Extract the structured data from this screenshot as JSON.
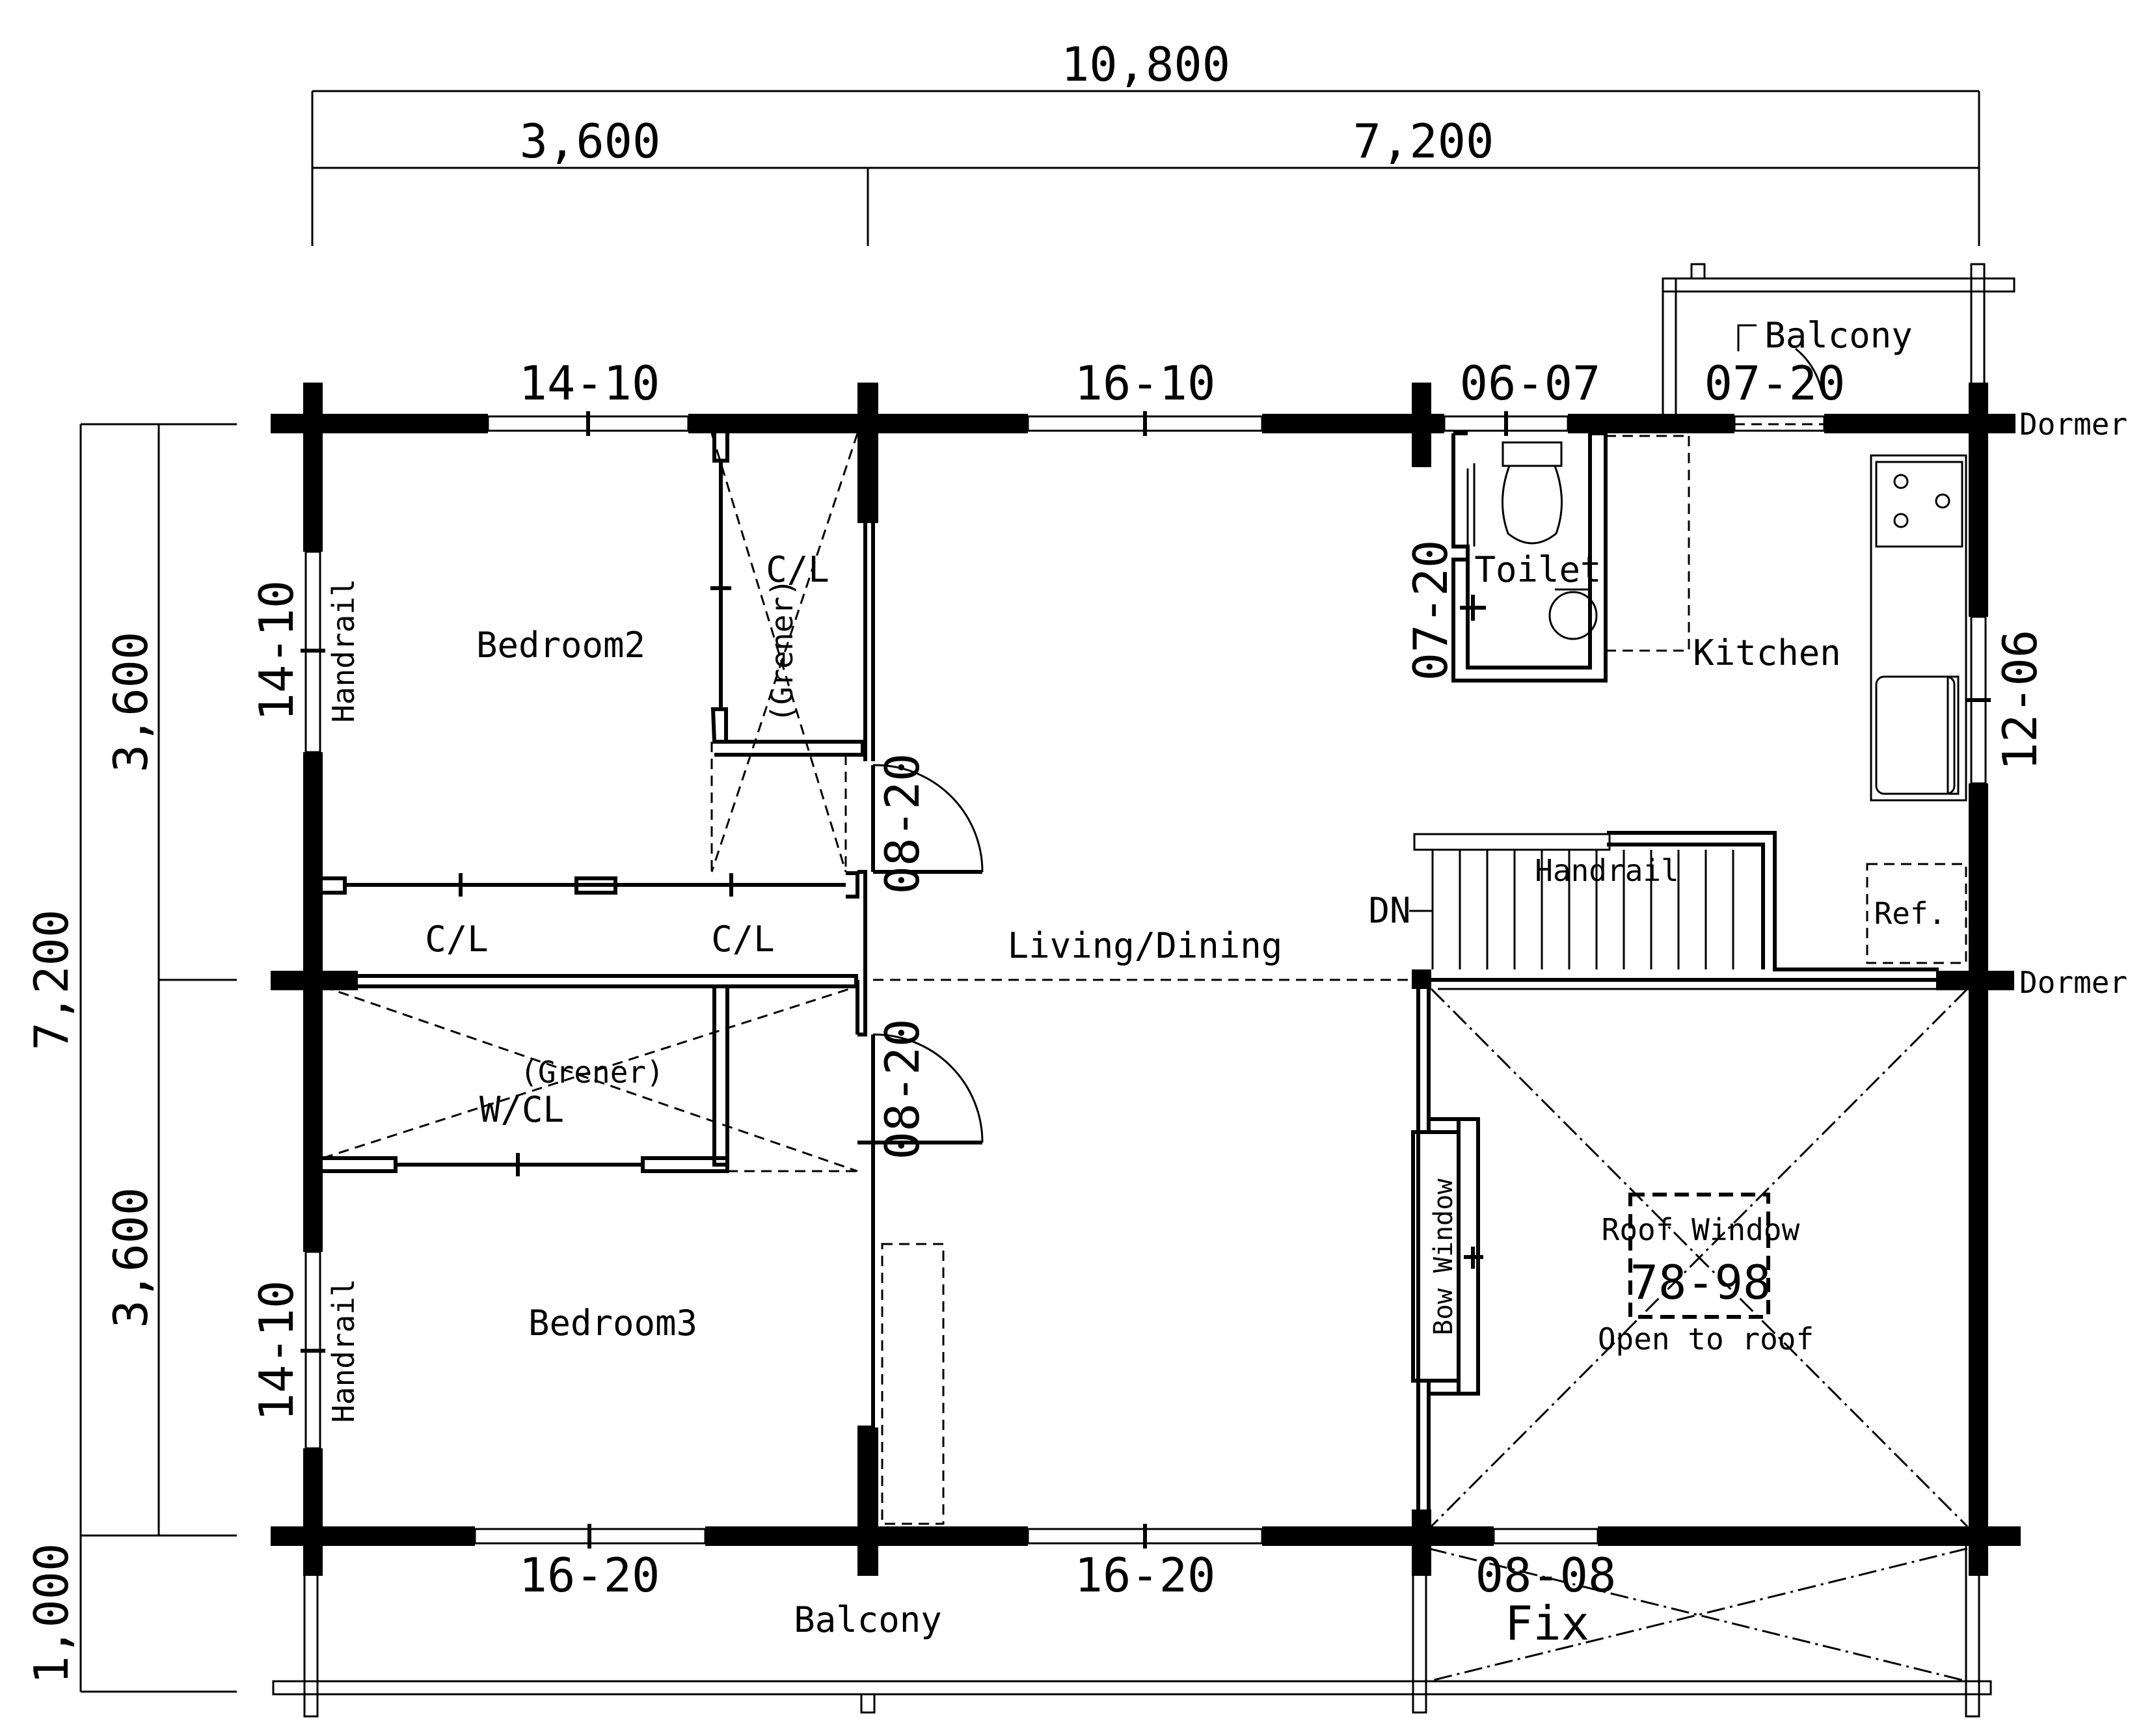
{
  "dimensions": {
    "total_width": "10,800",
    "left_width": "3,600",
    "right_width": "7,200",
    "total_depth": "7,200",
    "upper_depth": "3,600",
    "lower_depth": "3,600",
    "balcony_depth": "1,000"
  },
  "rooms": {
    "bedroom2": "Bedroom2",
    "bedroom3": "Bedroom3",
    "living_dining": "Living/Dining",
    "kitchen": "Kitchen",
    "toilet": "Toilet",
    "balcony_top": "Balcony",
    "balcony_bottom": "Balcony",
    "closet_a": "C/L",
    "closet_b": "C/L",
    "closet_c": "C/L",
    "grener_a": "(Grener)",
    "grener_b": "(Grener)",
    "walkin": "W/CL",
    "handrail_left_top": "Handrail",
    "handrail_left_bottom": "Handrail",
    "handrail_stair": "Handrail",
    "stair_dn": "DN",
    "ref": "Ref.",
    "bow_window": "Bow Window",
    "roof_window": "Roof Window",
    "roof_window_code": "78-98",
    "open_to_roof": "Open to roof",
    "dormer_top": "Dormer",
    "dormer_mid": "Dormer",
    "fix": "Fix"
  },
  "openings": {
    "top_1": "14-10",
    "top_2": "16-10",
    "top_3": "06-07",
    "top_4": "07-20",
    "left_1": "14-10",
    "left_2": "14-10",
    "door_1": "08-20",
    "door_2": "08-20",
    "toilet_door": "07-20",
    "right_1": "12-06",
    "bottom_1": "16-20",
    "bottom_2": "16-20",
    "bottom_3": "08-08"
  }
}
